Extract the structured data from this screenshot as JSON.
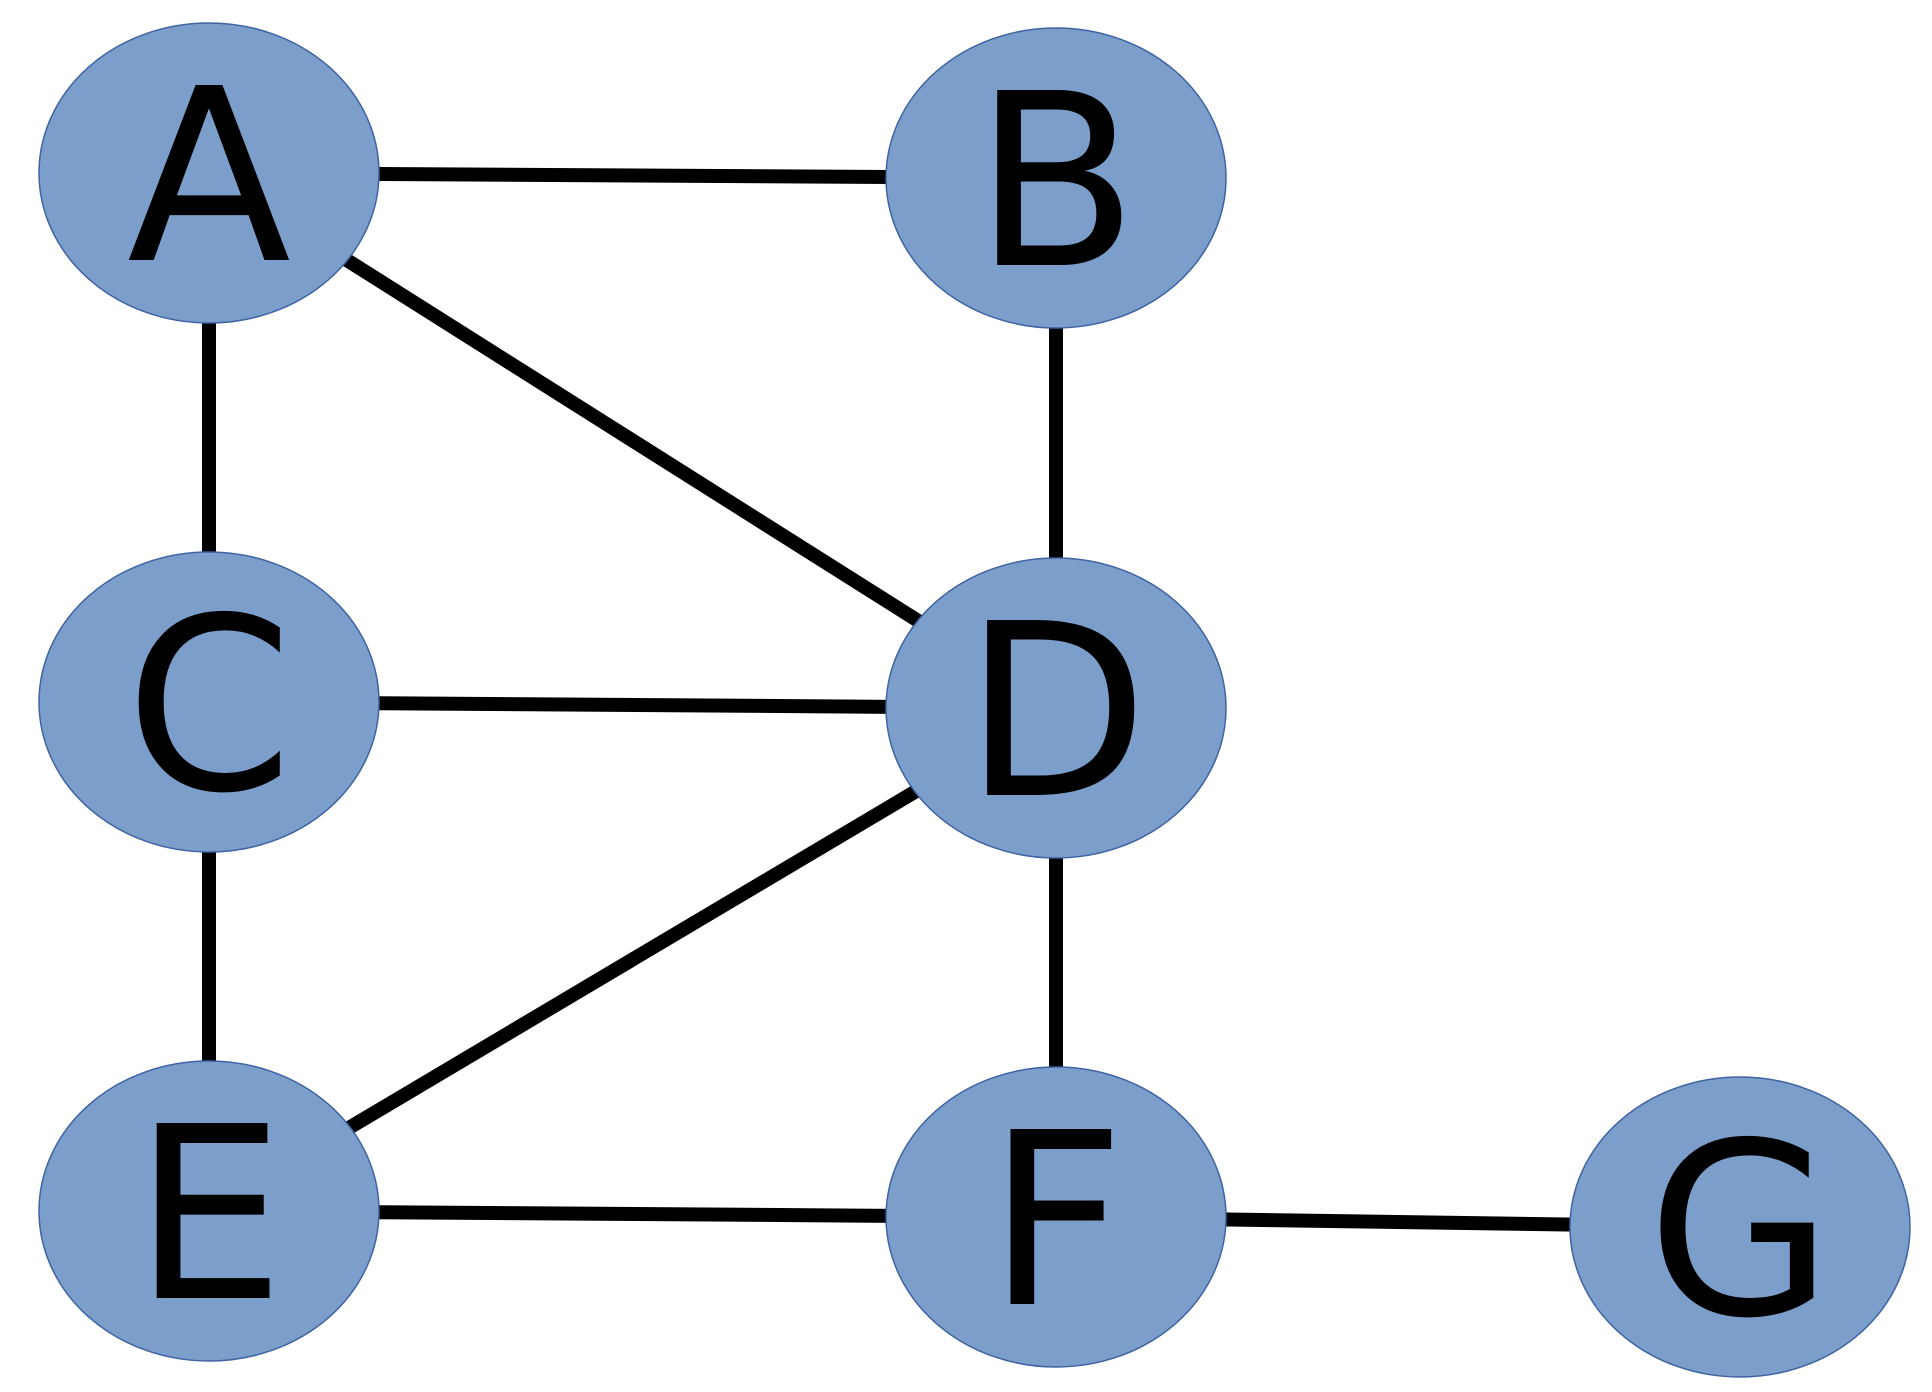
{
  "graph": {
    "node_color": "#7b9ecb",
    "node_stroke": "#3f63a3",
    "edge_color": "#000000",
    "nodes": [
      {
        "id": "A",
        "label": "A"
      },
      {
        "id": "B",
        "label": "B"
      },
      {
        "id": "C",
        "label": "C"
      },
      {
        "id": "D",
        "label": "D"
      },
      {
        "id": "E",
        "label": "E"
      },
      {
        "id": "F",
        "label": "F"
      },
      {
        "id": "G",
        "label": "G"
      }
    ],
    "edges": [
      {
        "from": "A",
        "to": "B"
      },
      {
        "from": "A",
        "to": "C"
      },
      {
        "from": "A",
        "to": "D"
      },
      {
        "from": "B",
        "to": "D"
      },
      {
        "from": "C",
        "to": "D"
      },
      {
        "from": "C",
        "to": "E"
      },
      {
        "from": "D",
        "to": "E"
      },
      {
        "from": "D",
        "to": "F"
      },
      {
        "from": "E",
        "to": "F"
      },
      {
        "from": "F",
        "to": "G"
      }
    ]
  }
}
